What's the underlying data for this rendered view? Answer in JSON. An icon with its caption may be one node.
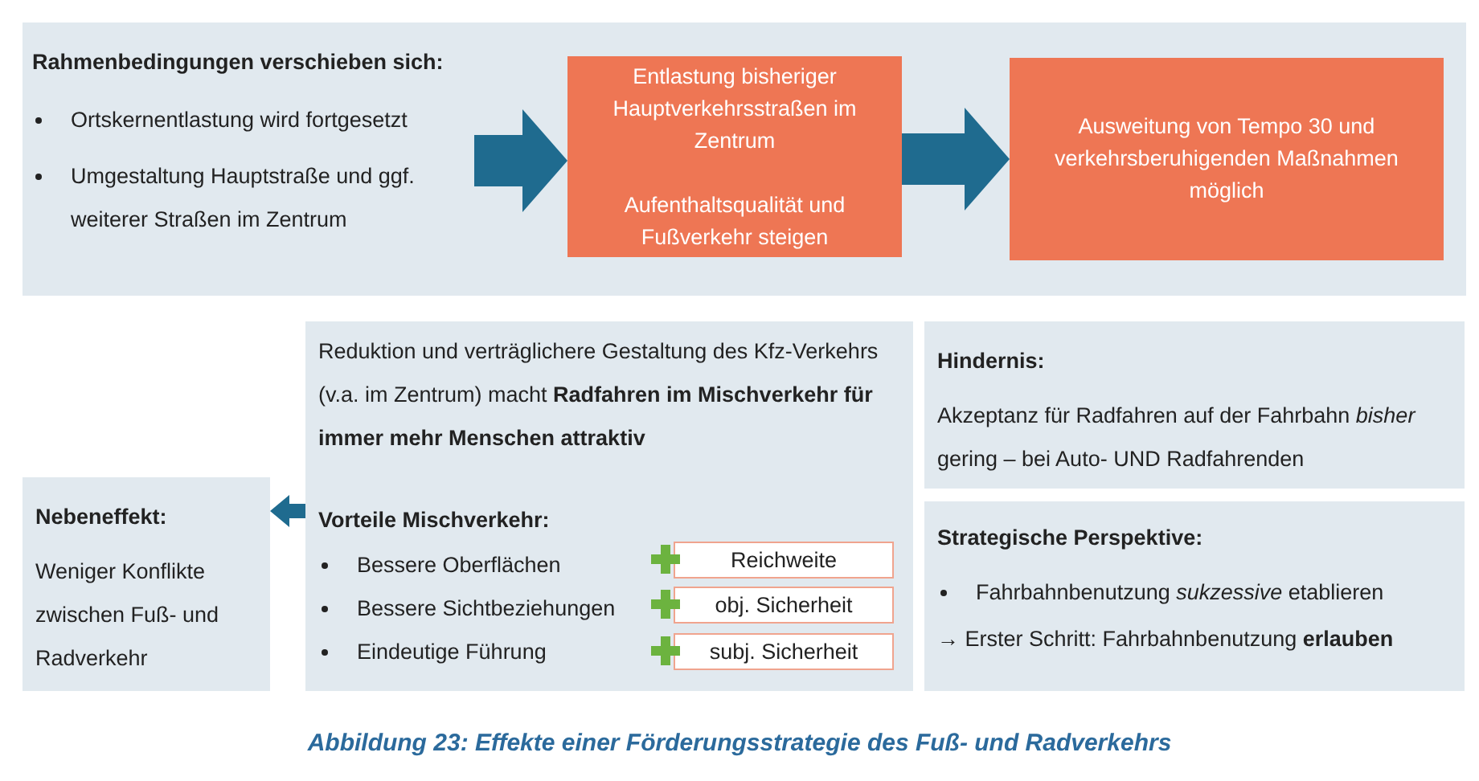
{
  "diagram": {
    "caption": "Abbildung 23: Effekte einer Förderungsstrategie des Fuß- und Radverkehrs",
    "nodes": [
      {
        "text": [
          "Rahmenbedingungen verschieben sich:",
          "Ortskernentlastung wird fortgesetzt",
          "Umgestaltung Hauptstraße und ggf. weiterer Straßen im Zentrum"
        ]
      },
      {
        "text": [
          "Entlastung bisheriger Hauptverkehrsstraßen im Zentrum",
          "Aufenthaltsqualität und Fußverkehr steigen"
        ],
        "in": 0
      },
      {
        "text": [
          "Ausweitung von Tempo 30 und verkehrsberuhigenden Maßnahmen möglich"
        ],
        "in": 0
      },
      {
        "text": [
          "Reduktion und verträglichere Gestaltung des Kfz-Verkehrs (v.a. im Zentrum) macht **Radfahren im Mischverkehr für immer mehr Menschen attraktiv**",
          "Vorteile Mischverkehr:",
          "Bessere Oberflächen",
          "Bessere Sichtbeziehungen",
          "Eindeutige Führung"
        ]
      },
      {
        "text": [
          "Reichweite"
        ],
        "in": 3
      },
      {
        "text": [
          "obj. Sicherheit"
        ],
        "in": 3
      },
      {
        "text": [
          "subj. Sicherheit"
        ],
        "in": 3
      },
      {
        "text": [
          "Nebeneffekt:",
          "Weniger Konflikte zwischen Fuß- und Radverkehr"
        ]
      },
      {
        "text": [
          "Hindernis:",
          "Akzeptanz für Radfahren auf der Fahrbahn *bisher* gering – bei Auto- UND Radfahrenden"
        ]
      },
      {
        "text": [
          "Strategische Perspektive:",
          "Fahrbahnbenutzung *sukzessive* etablieren",
          "→ Erster Schritt: Fahrbahnbenutzung **erlauben**"
        ]
      }
    ],
    "edges": [
      {
        "from": 0,
        "to": 1,
        "arrow": "to"
      },
      {
        "from": 1,
        "to": 2,
        "arrow": "to"
      },
      {
        "from": 3,
        "to": 7,
        "arrow": "to"
      }
    ]
  }
}
